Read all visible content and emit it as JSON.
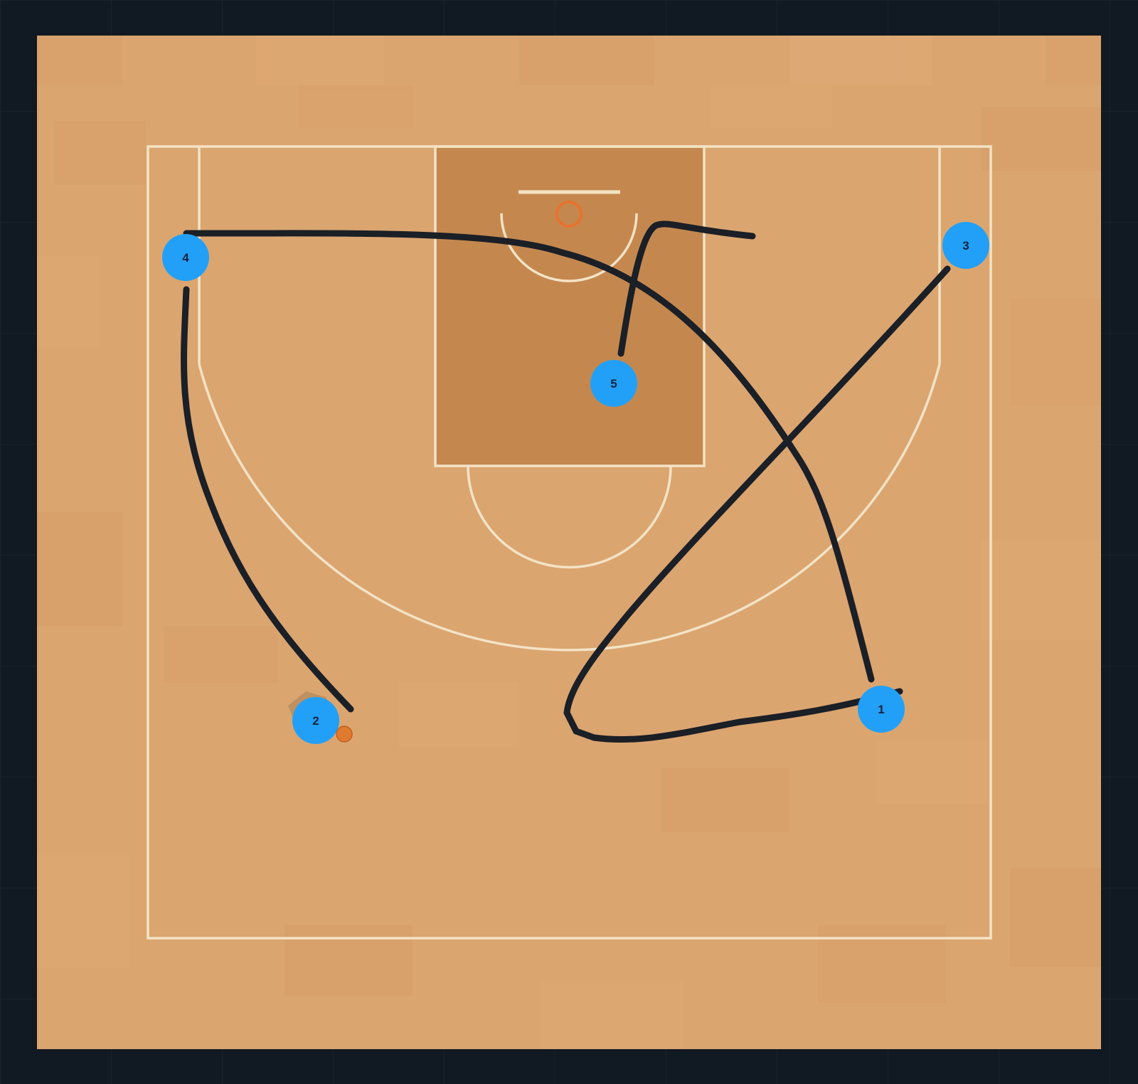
{
  "colors": {
    "background": "#111922",
    "floor": "#dba570",
    "paint": "#c4884f",
    "court_lines": "#f3e3c6",
    "player": "#22a0f7",
    "player_text": "#15233a",
    "path": "#1b1f26",
    "ball": "#e07a2e",
    "rim": "#e8722f"
  },
  "players": [
    {
      "label": "1",
      "icon": "player-token"
    },
    {
      "label": "2",
      "icon": "player-token",
      "has_ball": true
    },
    {
      "label": "3",
      "icon": "player-token"
    },
    {
      "label": "4",
      "icon": "player-token"
    },
    {
      "label": "5",
      "icon": "player-token"
    }
  ]
}
